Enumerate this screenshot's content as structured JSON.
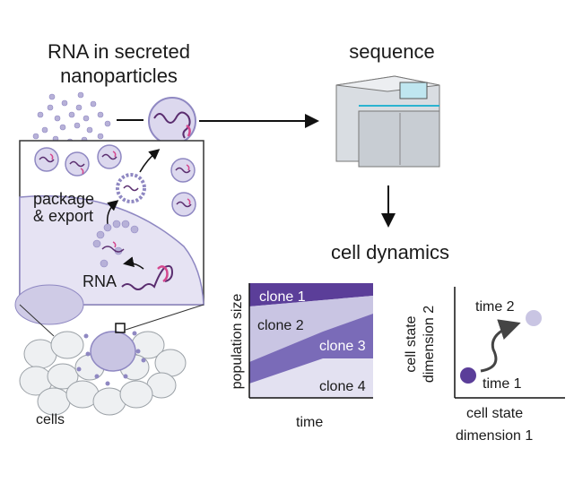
{
  "headings": {
    "rna": "RNA in secreted\nnanoparticles",
    "sequence": "sequence",
    "dynamics": "cell dynamics"
  },
  "labels": {
    "package_export_1": "package",
    "package_export_2": "& export",
    "rna": "RNA",
    "cells": "cells"
  },
  "clone_chart": {
    "ylabel": "population size",
    "xlabel": "time",
    "clones": [
      "clone 1",
      "clone 2",
      "clone 3",
      "clone 4"
    ]
  },
  "state_plot": {
    "ylabel_1": "cell state",
    "ylabel_2": "dimension 2",
    "xlabel_1": "cell state",
    "xlabel_2": "dimension 1",
    "point1": "time 1",
    "point2": "time 2"
  },
  "colors": {
    "clone1": "#5b3e99",
    "clone2": "#c9c5e3",
    "clone3": "#7a6bb8",
    "clone4": "#e3e1f1",
    "rna_pink": "#d4478e",
    "particle": "#b7b1d8"
  }
}
